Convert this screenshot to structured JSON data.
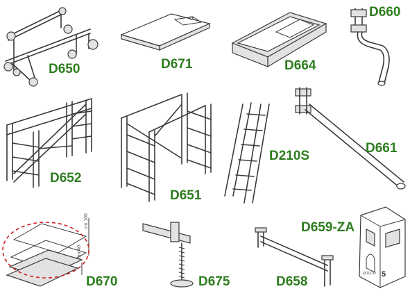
{
  "accent_color": "#2e7d1f",
  "items": [
    {
      "code": "D650",
      "icon": "caster-wheel-frames-icon"
    },
    {
      "code": "D671",
      "icon": "platform-board-icon"
    },
    {
      "code": "D664",
      "icon": "trapdoor-platform-icon"
    },
    {
      "code": "D660",
      "icon": "wall-anchor-bracket-icon"
    },
    {
      "code": "D652",
      "icon": "scaffold-frame-set-icon"
    },
    {
      "code": "D651",
      "icon": "scaffold-tower-section-icon"
    },
    {
      "code": "D210S",
      "icon": "ladder-icon"
    },
    {
      "code": "D661",
      "icon": "stabilizer-arm-icon"
    },
    {
      "code": "D670",
      "icon": "toe-board-set-icon"
    },
    {
      "code": "D675",
      "icon": "adjustable-screw-jack-icon"
    },
    {
      "code": "D658",
      "icon": "horizontal-brace-icon"
    },
    {
      "code": "D659-ZA",
      "icon": "coupler-clamp-icon"
    }
  ],
  "d670_dimension_labels": [
    "cm 100",
    "cm 40"
  ],
  "d659_stamp_text": "DOCCO",
  "d659_stamp_number": "5"
}
